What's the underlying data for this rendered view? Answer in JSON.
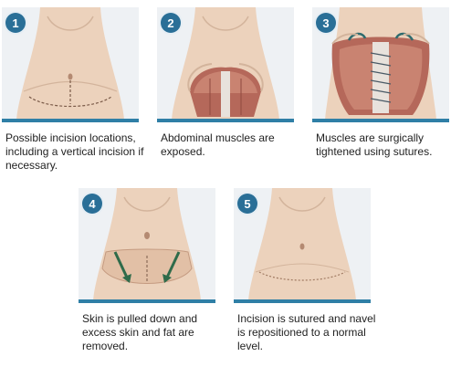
{
  "steps": [
    {
      "number": "1",
      "caption": "Possible incision locations, including a vertical incision if necessary."
    },
    {
      "number": "2",
      "caption": "Abdominal muscles are exposed."
    },
    {
      "number": "3",
      "caption": "Muscles are surgically tightened using sutures."
    },
    {
      "number": "4",
      "caption": "Skin is pulled down and excess skin and fat are removed."
    },
    {
      "number": "5",
      "caption": "Incision is sutured and navel is repositioned to a normal level."
    }
  ],
  "colors": {
    "accent": "#2a6f97",
    "bar": "#2f7fa6",
    "skin": "#ecd2bc",
    "muscle": "#b5685a",
    "arrow": "#2f6b4a"
  }
}
